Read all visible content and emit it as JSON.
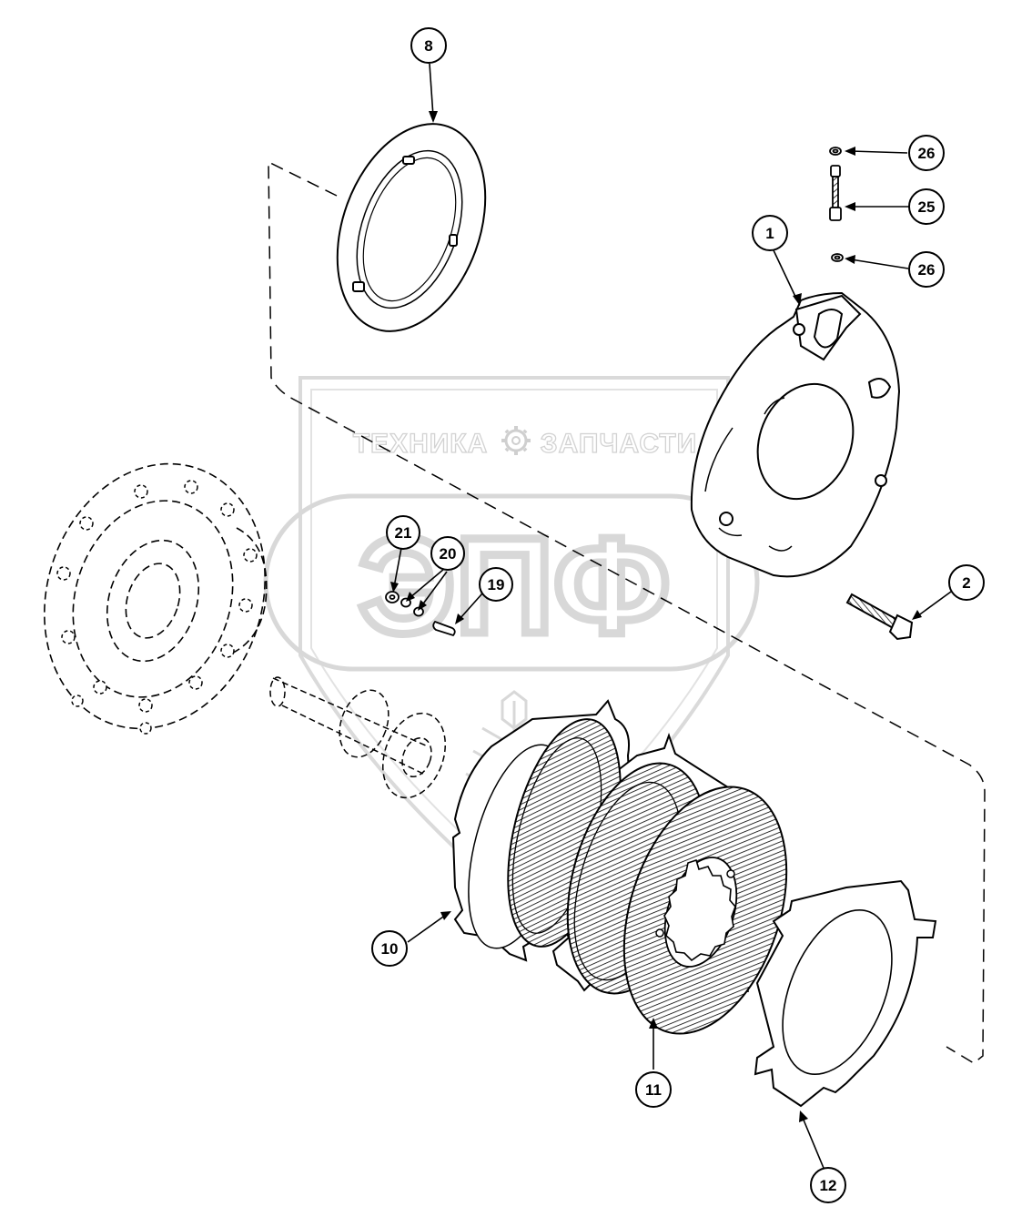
{
  "watermark": {
    "left_text": "ТЕХНИКА",
    "right_text": "ЗАПЧАСТИ",
    "logo": "ЭПФ"
  },
  "callouts": [
    {
      "id": "8",
      "label": "8"
    },
    {
      "id": "26a",
      "label": "26"
    },
    {
      "id": "25",
      "label": "25"
    },
    {
      "id": "26b",
      "label": "26"
    },
    {
      "id": "1",
      "label": "1"
    },
    {
      "id": "21",
      "label": "21"
    },
    {
      "id": "20",
      "label": "20"
    },
    {
      "id": "19",
      "label": "19"
    },
    {
      "id": "2",
      "label": "2"
    },
    {
      "id": "10",
      "label": "10"
    },
    {
      "id": "11",
      "label": "11"
    },
    {
      "id": "12",
      "label": "12"
    }
  ],
  "colors": {
    "line": "#000000",
    "watermark": "#d2d2d2",
    "background": "#ffffff"
  }
}
